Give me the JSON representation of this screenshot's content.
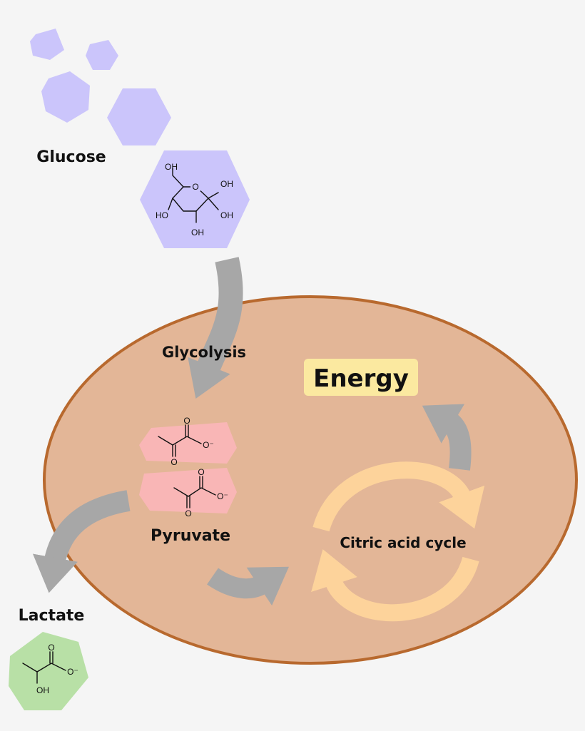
{
  "labels": {
    "glucose": "Glucose",
    "glycolysis": "Glycolysis",
    "pyruvate": "Pyruvate",
    "lactate": "Lactate",
    "energy": "Energy",
    "citric_acid_cycle": "Citric acid cycle"
  },
  "chem": {
    "oh": "OH",
    "ho": "HO",
    "o": "O",
    "o_minus": "O⁻"
  },
  "colors": {
    "background": "#f5f5f5",
    "cell_fill": "#e3b697",
    "cell_stroke": "#b8692e",
    "glucose_hexagon": "#cbc5fb",
    "pyruvate": "#f9b6b6",
    "lactate": "#b8e0a6",
    "energy_box": "#fbe9a0",
    "cycle_arrows": "#fdd39b",
    "pathway_arrows": "#a7a7a7"
  }
}
